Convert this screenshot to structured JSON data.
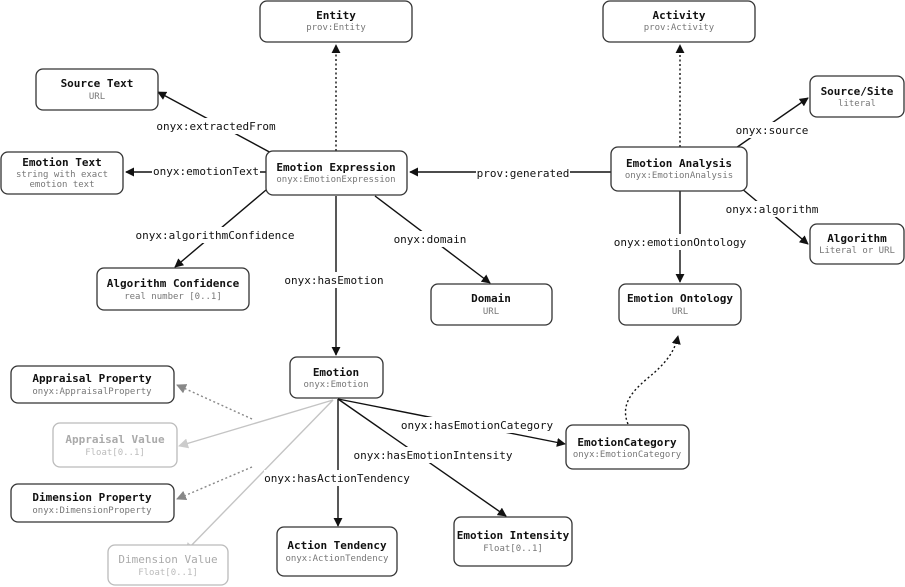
{
  "diagram": {
    "nodes": {
      "entity": {
        "title": "Entity",
        "subtitle": "prov:Entity"
      },
      "activity": {
        "title": "Activity",
        "subtitle": "prov:Activity"
      },
      "source_text": {
        "title": "Source Text",
        "subtitle": "URL"
      },
      "source_site": {
        "title": "Source/Site",
        "subtitle": "literal"
      },
      "emotion_text": {
        "title": "Emotion Text",
        "subtitle_1": "string with exact",
        "subtitle_2": "emotion text"
      },
      "emotion_expression": {
        "title": "Emotion Expression",
        "subtitle": "onyx:EmotionExpression"
      },
      "emotion_analysis": {
        "title": "Emotion Analysis",
        "subtitle": "onyx:EmotionAnalysis"
      },
      "algorithm": {
        "title": "Algorithm",
        "subtitle": "Literal or URL"
      },
      "algorithm_confidence": {
        "title": "Algorithm Confidence",
        "subtitle": "real number [0..1]"
      },
      "domain": {
        "title": "Domain",
        "subtitle": "URL"
      },
      "emotion_ontology": {
        "title": "Emotion Ontology",
        "subtitle": "URL"
      },
      "emotion": {
        "title": "Emotion",
        "subtitle": "onyx:Emotion"
      },
      "appraisal_property": {
        "title": "Appraisal Property",
        "subtitle": "onyx:AppraisalProperty"
      },
      "appraisal_value": {
        "title": "Appraisal Value",
        "subtitle": "Float[0..1]"
      },
      "dimension_property": {
        "title": "Dimension Property",
        "subtitle": "onyx:DimensionProperty"
      },
      "dimension_value": {
        "title": "Dimension Value",
        "subtitle": "Float[0..1]"
      },
      "emotion_category": {
        "title": "EmotionCategory",
        "subtitle": "onyx:EmotionCategory"
      },
      "action_tendency": {
        "title": "Action Tendency",
        "subtitle": "onyx:ActionTendency"
      },
      "emotion_intensity": {
        "title": "Emotion Intensity",
        "subtitle": "Float[0..1]"
      }
    },
    "edges": {
      "extracted_from": "onyx:extractedFrom",
      "emotion_text": "onyx:emotionText",
      "algorithm_confidence": "onyx:algorithmConfidence",
      "has_emotion": "onyx:hasEmotion",
      "domain": "onyx:domain",
      "prov_generated": "prov:generated",
      "source": "onyx:source",
      "algorithm": "onyx:algorithm",
      "emotion_ontology": "onyx:emotionOntology",
      "has_emotion_category": "onyx:hasEmotionCategory",
      "has_emotion_intensity": "onyx:hasEmotionIntensity",
      "has_action_tendency": "onyx:hasActionTendency"
    }
  }
}
